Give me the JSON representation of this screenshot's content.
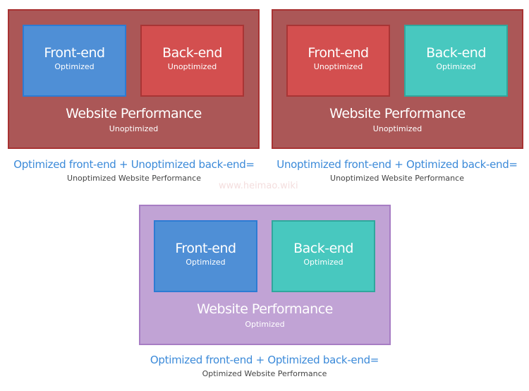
{
  "panels": [
    {
      "front_label": "Front-end",
      "front_status": "Optimized",
      "back_label": "Back-end",
      "back_status": "Unoptimized",
      "title": "Website Performance",
      "status": "Unoptimized",
      "caption": "Optimized front-end + Unoptimized back-end=",
      "result": "Unoptimized Website Performance"
    },
    {
      "front_label": "Front-end",
      "front_status": "Unoptimized",
      "back_label": "Back-end",
      "back_status": "Optimized",
      "title": "Website Performance",
      "status": "Unoptimized",
      "caption": "Unoptimized front-end + Optimized back-end=",
      "result": "Unoptimized Website Performance"
    },
    {
      "front_label": "Front-end",
      "front_status": "Optimized",
      "back_label": "Back-end",
      "back_status": "Optimized",
      "title": "Website Performance",
      "status": "Optimized",
      "caption": "Optimized front-end + Optimized back-end=",
      "result": "Optimized Website Performance"
    }
  ],
  "watermark": "www.heimao.wiki",
  "colors": {
    "optimized_front": "#4f8fd6",
    "optimized_back": "#48c8bf",
    "unoptimized": "#d34f4f",
    "unoptimized_outer": "#ab5757",
    "optimized_outer": "#c1a3d5",
    "caption": "#3b8ad9"
  }
}
